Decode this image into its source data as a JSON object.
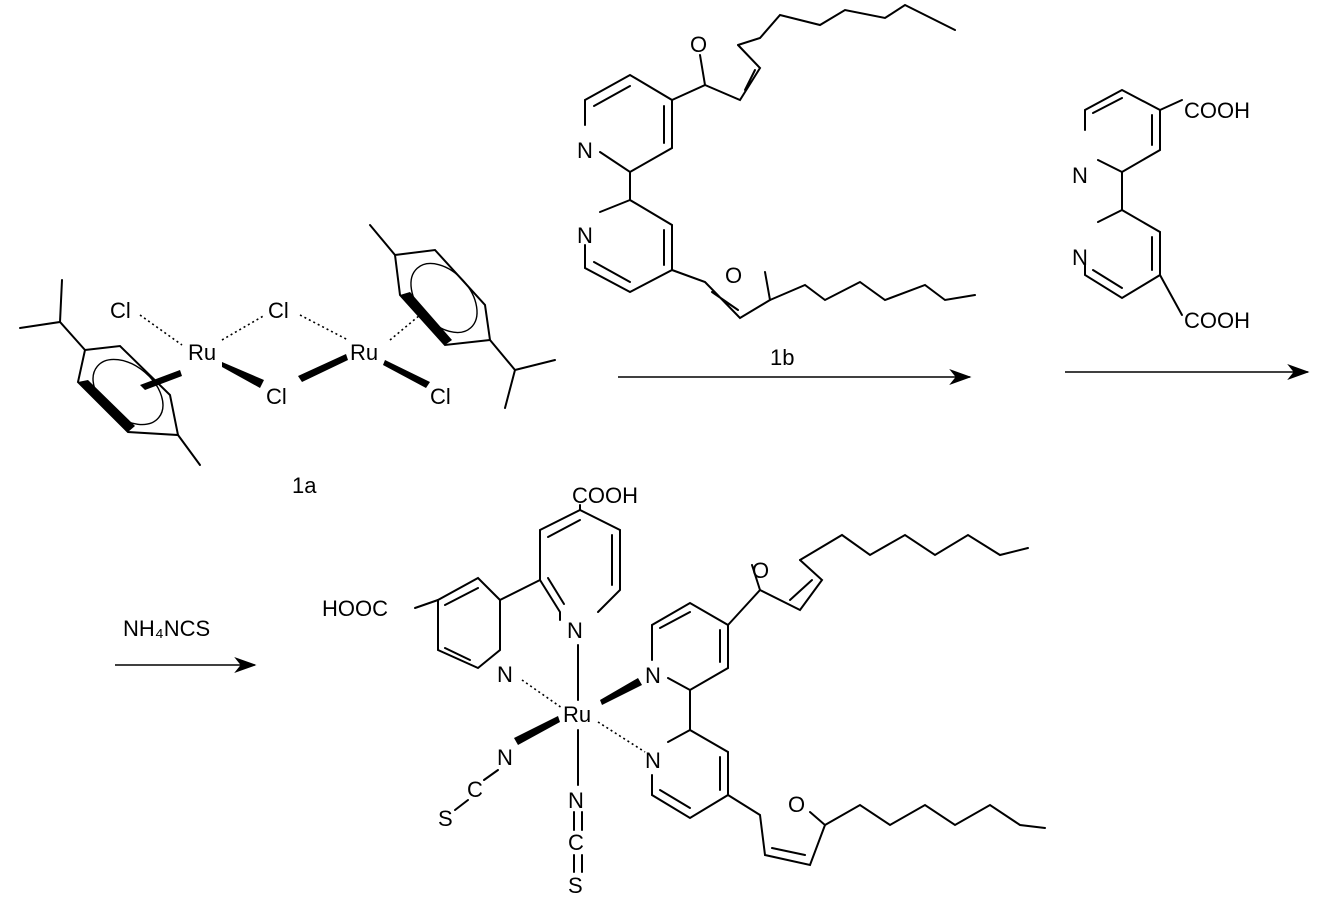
{
  "scheme": {
    "reactant_label": "1a",
    "ligand_label": "1b",
    "reagent_label": "NH₄NCS"
  },
  "atoms": {
    "cl": "Cl",
    "ru": "Ru",
    "n": "N",
    "o": "O",
    "c": "C",
    "s": "S",
    "cooh": "COOH",
    "hooc": "HOOC"
  }
}
